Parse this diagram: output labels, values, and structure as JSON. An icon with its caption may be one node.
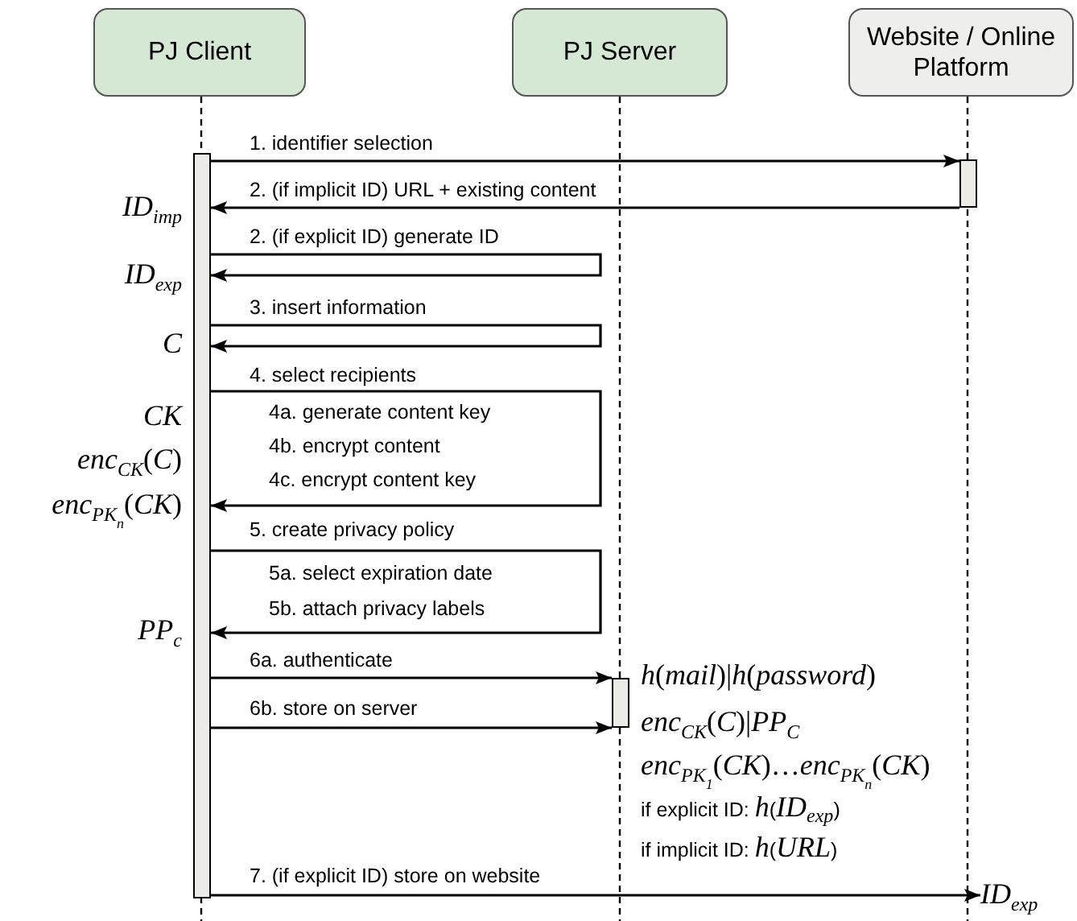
{
  "diagram": {
    "nodes": [
      {
        "text": [
          "PJ Client"
        ]
      },
      {
        "text": [
          "PJ Server"
        ]
      },
      {
        "text": [
          "Website / Online Platform"
        ]
      },
      {
        "text": [],
        "shape": "bar"
      },
      {
        "text": [],
        "shape": "bar"
      },
      {
        "text": [],
        "shape": "bar"
      },
      {
        "text": [
          "*ID*$_{exp}$"
        ]
      }
    ],
    "edges": [
      {
        "from": 3,
        "to": 5,
        "arrow": "to",
        "label": "1. identifier selection"
      },
      {
        "from": 5,
        "to": 3,
        "arrow": "to",
        "label": "2. (if implicit ID) URL + existing content"
      },
      {
        "from": 3,
        "to": 3,
        "arrow": "to",
        "label": "2. (if explicit ID) generate ID"
      },
      {
        "from": 3,
        "to": 3,
        "arrow": "to",
        "label": "3. insert information"
      },
      {
        "from": 3,
        "to": 3,
        "arrow": "to",
        "label": "4. select recipients"
      },
      {
        "from": 3,
        "to": 3,
        "arrow": "to",
        "label": "5. create privacy policy"
      },
      {
        "from": 3,
        "to": 4,
        "arrow": "to",
        "label": "6a. authenticate"
      },
      {
        "from": 3,
        "to": 4,
        "arrow": "to",
        "label": "6b. store on server"
      },
      {
        "from": 3,
        "to": 6,
        "arrow": "to",
        "label": "7. (if explicit ID) store on website"
      }
    ],
    "labels": [
      "*ID*$_{imp}$",
      "*ID*$_{exp}$",
      "*C*",
      "*CK*",
      "4a.  generate content key",
      "*enc*$_{CK}$(*C*)",
      "4b.  encrypt content",
      "*enc*$_{PK}$$_{n}$(*CK*)",
      "4c.  encrypt content key",
      "5a. select expiration date",
      "5b. attach privacy labels",
      "*PP*$_{c}$",
      "*h*(*mail*)|*h*(*password*)",
      "*enc*$_{CK}$(*C*)|*PP*$_{C}$",
      "*enc*$_{PK}$$_{1}$(*CK*)…*enc*$_{PK}$$_{n}$(*CK*)",
      "if explicit ID:  *h*(*ID*$_{exp}$)",
      "if implicit ID:  *h*(*URL*)"
    ]
  }
}
